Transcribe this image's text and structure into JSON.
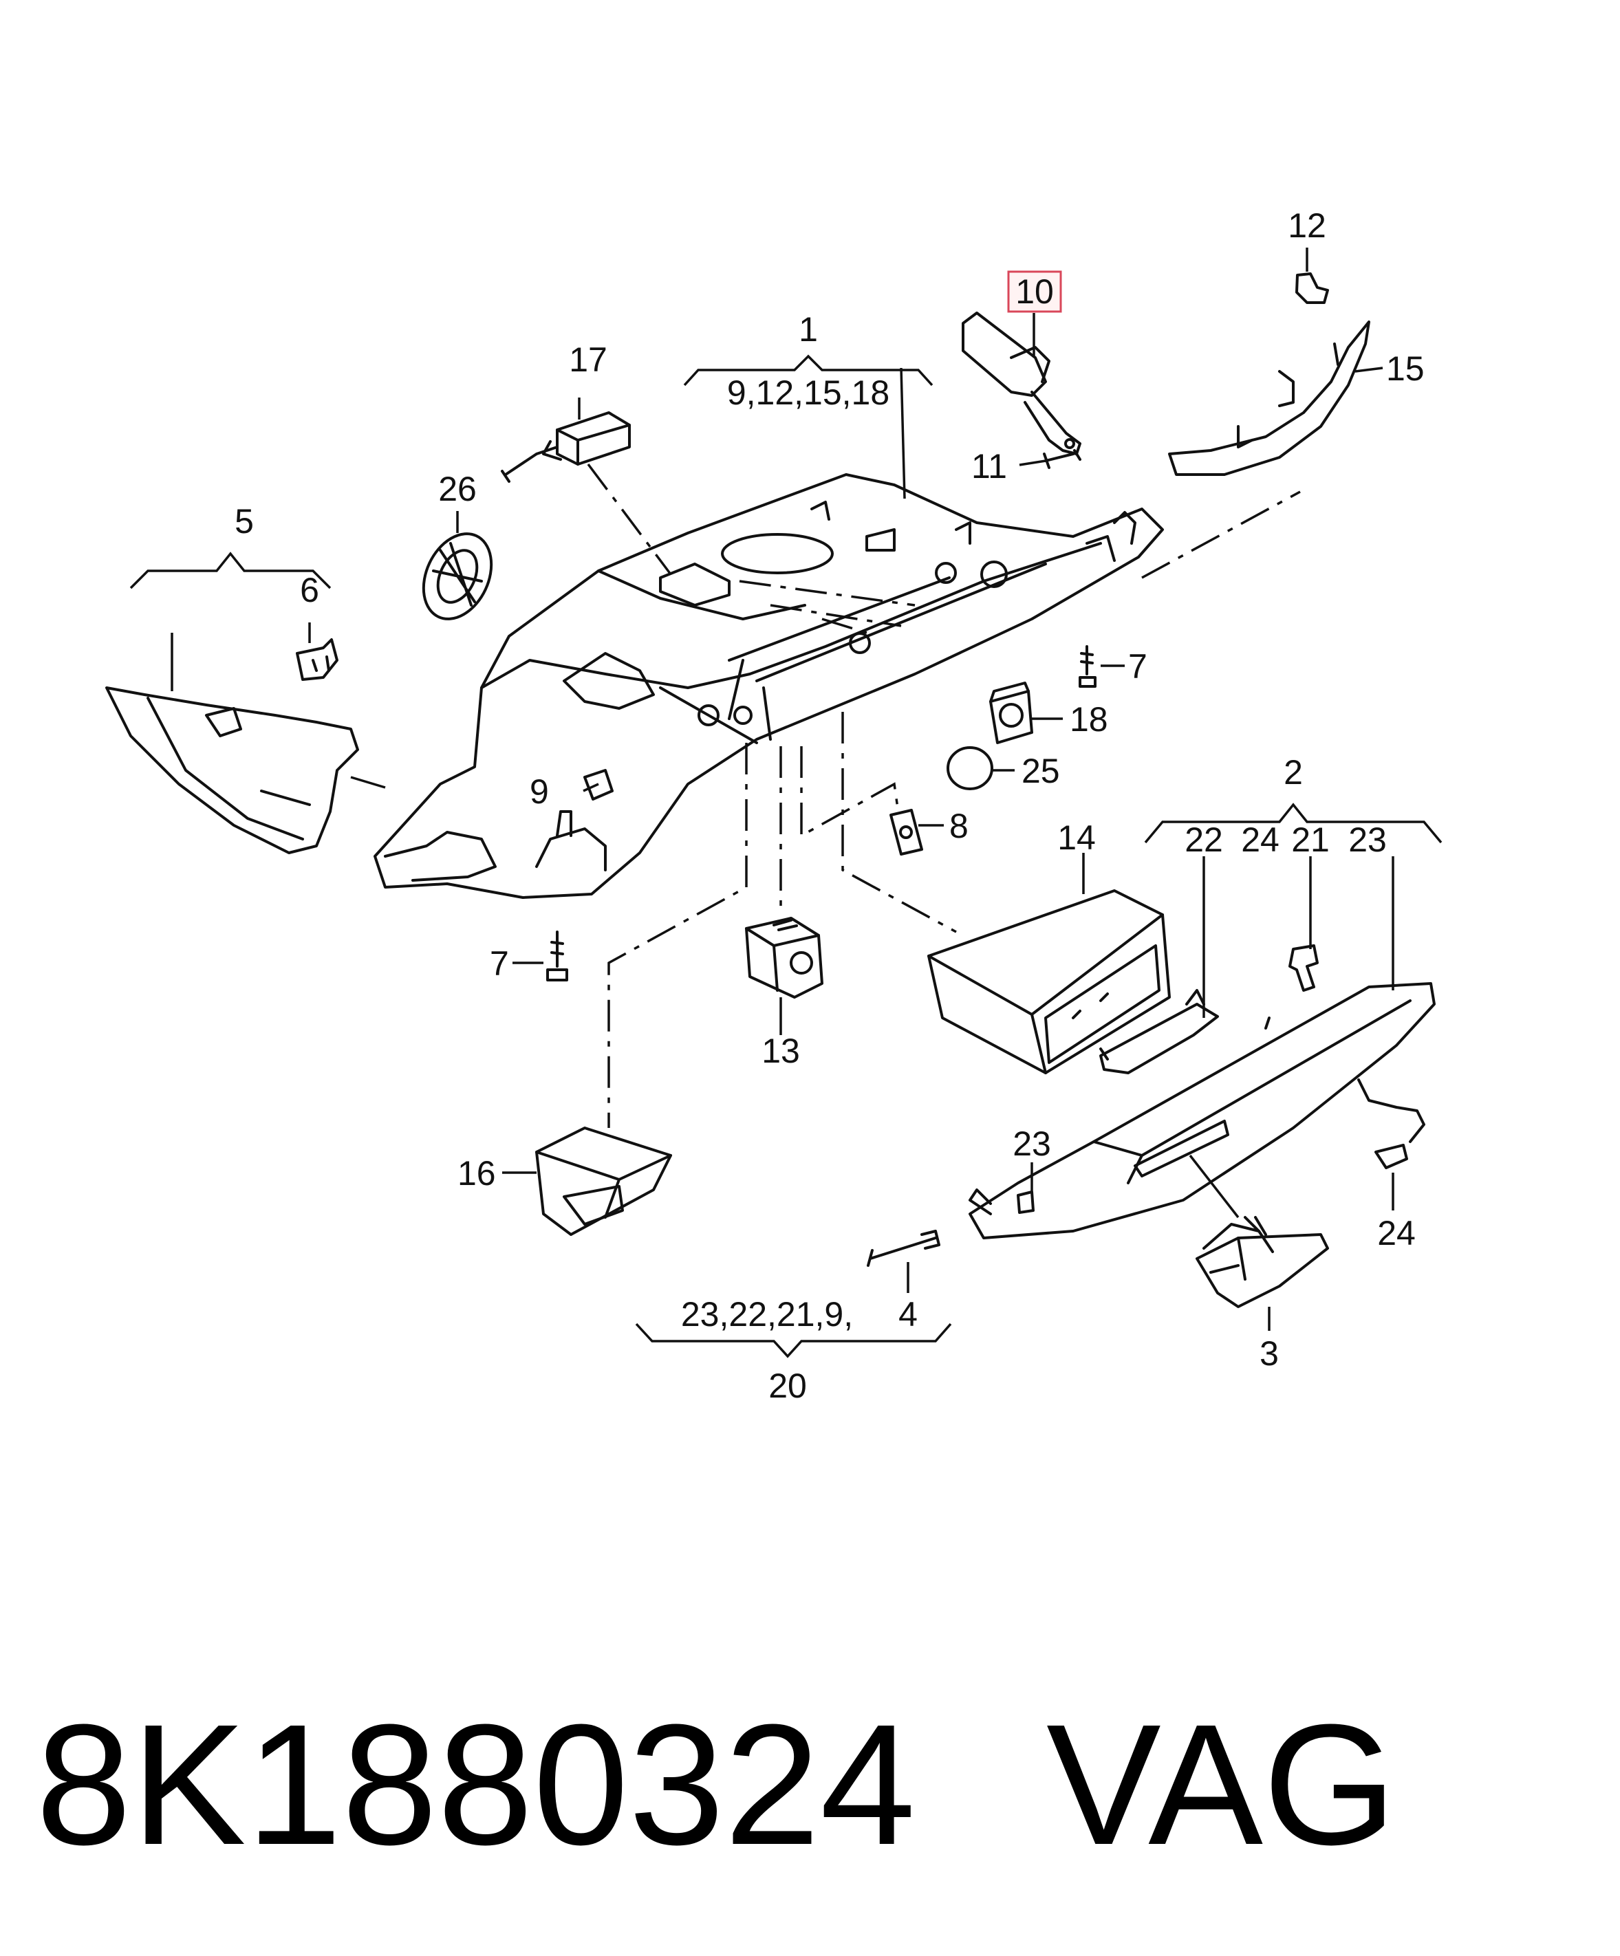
{
  "callouts": {
    "c1": "1",
    "c1_sub": "9,12,15,18",
    "c2": "2",
    "c2_a": "22",
    "c2_b": "24",
    "c2_c": "21",
    "c2_d": "23",
    "c3": "3",
    "c4": "4",
    "c5": "5",
    "c6": "6",
    "c7_top": "7",
    "c7_bottom": "7",
    "c8": "8",
    "c9": "9",
    "c10": "10",
    "c11": "11",
    "c12": "12",
    "c13": "13",
    "c14": "14",
    "c15": "15",
    "c16": "16",
    "c17": "17",
    "c18": "18",
    "c20": "20",
    "c20_sub": "23,22,21,9,",
    "c20_sub_b": "4",
    "c23": "23",
    "c24": "24",
    "c25": "25",
    "c26": "26"
  },
  "highlighted_callout": "10",
  "highlight_color": "#d9475a",
  "footer": {
    "part_number": "8K1880324",
    "brand": "VAG"
  }
}
